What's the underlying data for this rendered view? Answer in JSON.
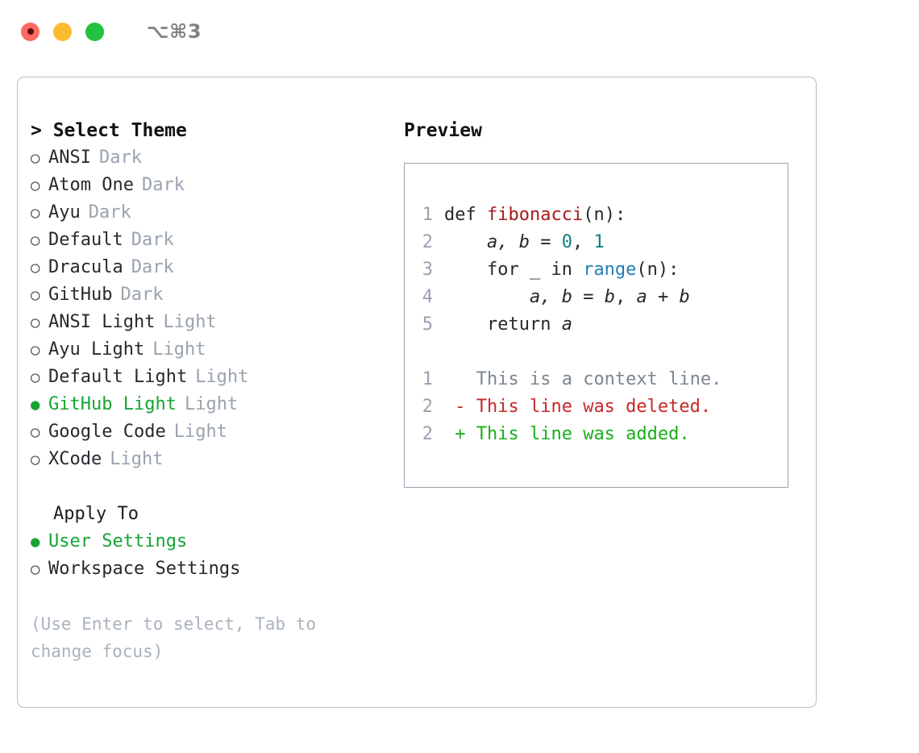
{
  "titlebar": {
    "shortcut": "⌥⌘3",
    "lights": [
      "close-red",
      "minimize-yellow",
      "zoom-green"
    ]
  },
  "theme_panel": {
    "header": "> Select Theme",
    "items": [
      {
        "label": "ANSI",
        "tag": "Dark",
        "selected": false,
        "bullet": "○"
      },
      {
        "label": "Atom One",
        "tag": "Dark",
        "selected": false,
        "bullet": "○"
      },
      {
        "label": "Ayu",
        "tag": "Dark",
        "selected": false,
        "bullet": "○"
      },
      {
        "label": "Default",
        "tag": "Dark",
        "selected": false,
        "bullet": "○"
      },
      {
        "label": "Dracula",
        "tag": "Dark",
        "selected": false,
        "bullet": "○"
      },
      {
        "label": "GitHub",
        "tag": "Dark",
        "selected": false,
        "bullet": "○"
      },
      {
        "label": "ANSI Light",
        "tag": "Light",
        "selected": false,
        "bullet": "○"
      },
      {
        "label": "Ayu Light",
        "tag": "Light",
        "selected": false,
        "bullet": "○"
      },
      {
        "label": "Default Light",
        "tag": "Light",
        "selected": false,
        "bullet": "○"
      },
      {
        "label": "GitHub Light",
        "tag": "Light",
        "selected": true,
        "bullet": "●"
      },
      {
        "label": "Google Code",
        "tag": "Light",
        "selected": false,
        "bullet": "○"
      },
      {
        "label": "XCode",
        "tag": "Light",
        "selected": false,
        "bullet": "○"
      }
    ]
  },
  "apply_to": {
    "header": "Apply To",
    "items": [
      {
        "label": "User Settings",
        "selected": true,
        "bullet": "●"
      },
      {
        "label": "Workspace Settings",
        "selected": false,
        "bullet": "○"
      }
    ]
  },
  "hint": "(Use Enter to select, Tab to change focus)",
  "preview": {
    "title": "Preview",
    "code_lines": [
      {
        "num": "1",
        "tokens": [
          {
            "t": "def ",
            "c": "kw-def"
          },
          {
            "t": "fibonacci",
            "c": "fn-name"
          },
          {
            "t": "(n):",
            "c": "punct"
          }
        ]
      },
      {
        "num": "2",
        "tokens": [
          {
            "t": "    ",
            "c": "plain"
          },
          {
            "t": "a, b",
            "c": "var"
          },
          {
            "t": " = ",
            "c": "plain"
          },
          {
            "t": "0",
            "c": "num"
          },
          {
            "t": ", ",
            "c": "plain"
          },
          {
            "t": "1",
            "c": "num"
          }
        ]
      },
      {
        "num": "3",
        "tokens": [
          {
            "t": "    for _ in ",
            "c": "plain"
          },
          {
            "t": "range",
            "c": "builtin"
          },
          {
            "t": "(n):",
            "c": "punct"
          }
        ]
      },
      {
        "num": "4",
        "tokens": [
          {
            "t": "        ",
            "c": "plain"
          },
          {
            "t": "a, b",
            "c": "var"
          },
          {
            "t": " = ",
            "c": "plain"
          },
          {
            "t": "b",
            "c": "var"
          },
          {
            "t": ", ",
            "c": "plain"
          },
          {
            "t": "a",
            "c": "var"
          },
          {
            "t": " + ",
            "c": "plain"
          },
          {
            "t": "b",
            "c": "var"
          }
        ]
      },
      {
        "num": "5",
        "tokens": [
          {
            "t": "    return ",
            "c": "plain"
          },
          {
            "t": "a",
            "c": "var"
          }
        ]
      }
    ],
    "diff_lines": [
      {
        "num": "1",
        "marker": " ",
        "text": " This is a context line.",
        "kind": "context"
      },
      {
        "num": "2",
        "marker": "-",
        "text": " This line was deleted.",
        "kind": "deleted"
      },
      {
        "num": "2",
        "marker": "+",
        "text": " This line was added.",
        "kind": "added"
      }
    ]
  },
  "colors": {
    "accent_green": "#16a534",
    "muted": "#9aa3af",
    "hint": "#aab2bd",
    "border": "#b6bec9",
    "preview_border": "#9aa5b1",
    "diff_deleted": "#c62828",
    "diff_added": "#18b018",
    "fn_name": "#a61b1b",
    "builtin": "#1f7fb5",
    "number": "#0d8080"
  }
}
